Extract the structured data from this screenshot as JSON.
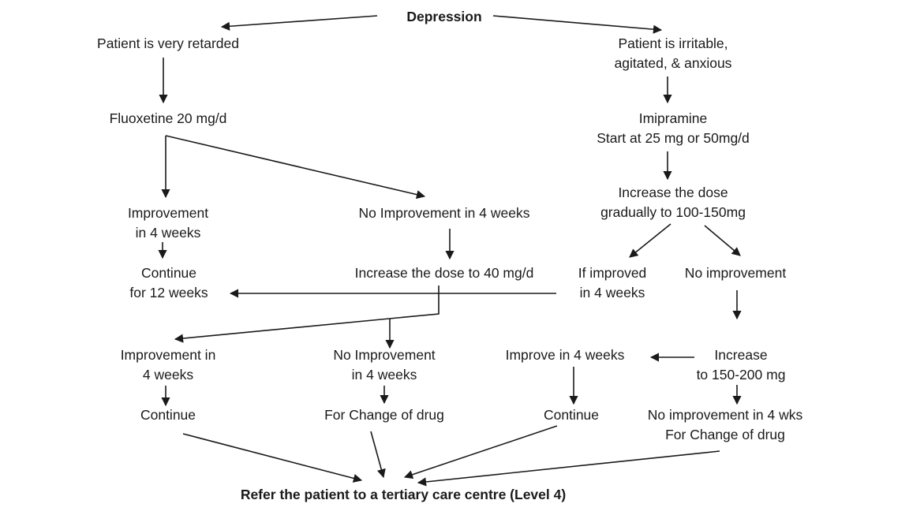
{
  "title": "Depression",
  "footer": "Refer the patient to a tertiary care centre (Level 4)",
  "left_branch": {
    "start": "Patient is very retarded",
    "drug": "Fluoxetine 20 mg/d",
    "improve_4wk": [
      "Improvement",
      "in 4 weeks"
    ],
    "continue_12wk": [
      "Continue",
      "for 12 weeks"
    ],
    "no_improve_4wk": "No Improvement in 4 weeks",
    "increase_dose": "Increase the dose to 40 mg/d",
    "improve_after": [
      "Improvement in",
      "4 weeks"
    ],
    "continue": "Continue",
    "no_improve_after": [
      "No Improvement",
      "in 4 weeks"
    ],
    "change_drug": "For Change of drug"
  },
  "right_branch": {
    "start": [
      "Patient is irritable,",
      "agitated, & anxious"
    ],
    "drug": [
      "Imipramine",
      "Start at 25 mg or 50mg/d"
    ],
    "increase_dose": [
      "Increase the dose",
      "gradually to 100-150mg"
    ],
    "if_improved": [
      "If improved",
      "in 4 weeks"
    ],
    "no_improvement": "No improvement",
    "increase_high": [
      "Increase",
      "to 150-200 mg"
    ],
    "improve_4wk": "Improve in 4 weeks",
    "continue": "Continue",
    "final_no_improve": [
      "No improvement in 4 wks",
      "For Change of drug"
    ]
  }
}
